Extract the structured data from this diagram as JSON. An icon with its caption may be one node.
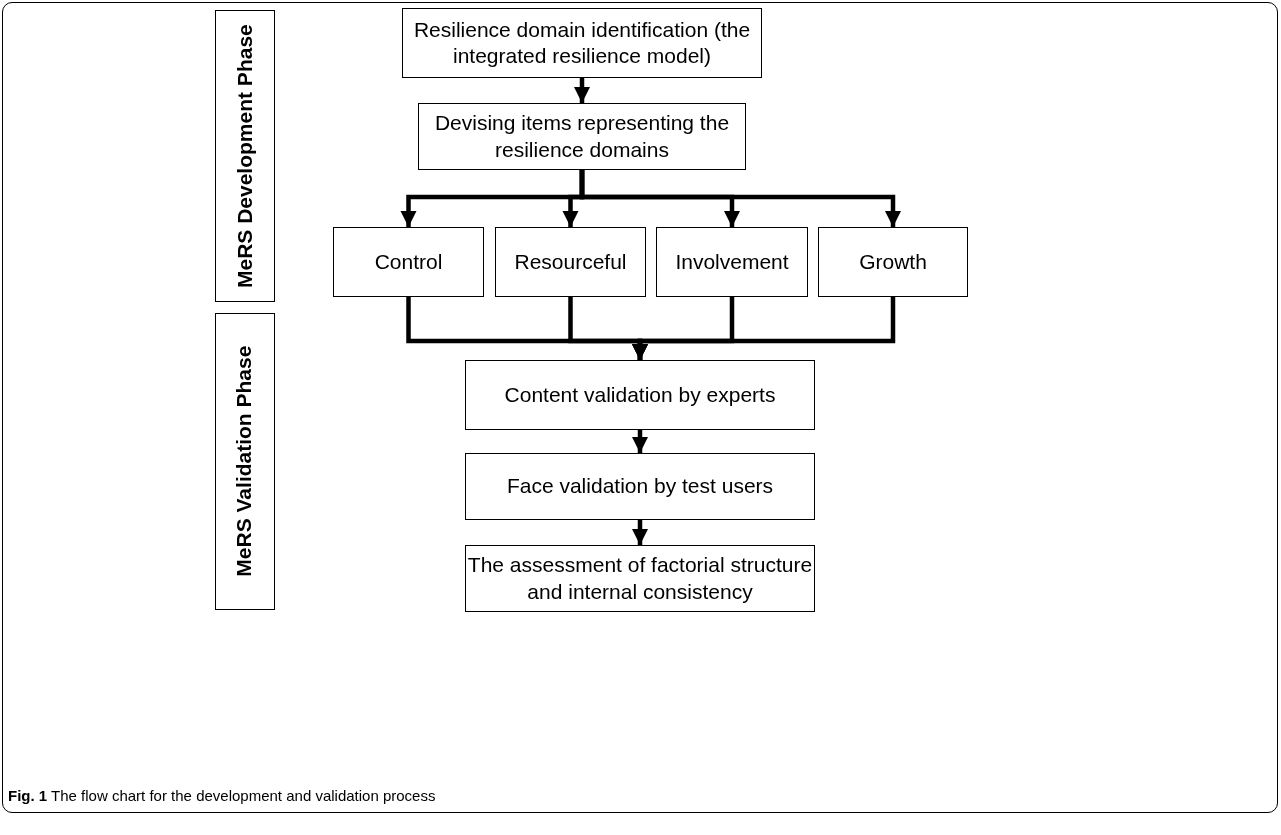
{
  "diagram": {
    "caption": "**Fig. 1** The flow chart for the development and validation process",
    "nodes": [
      {
        "text": [
          "MeRS Development Phase"
        ]
      },
      {
        "text": [
          "MeRS Validation Phase"
        ]
      },
      {
        "text": [
          "Resilience domain identification (the integrated resilience model)"
        ]
      },
      {
        "text": [
          "Devising items representing the resilience domains"
        ]
      },
      {
        "text": [
          "Control"
        ]
      },
      {
        "text": [
          "Resourceful"
        ]
      },
      {
        "text": [
          "Involvement"
        ]
      },
      {
        "text": [
          "Growth"
        ]
      },
      {
        "text": [
          "Content validation by experts"
        ]
      },
      {
        "text": [
          "Face validation by test users"
        ]
      },
      {
        "text": [
          "The assessment of factorial structure and internal consistency"
        ]
      }
    ],
    "edges": [
      {
        "from": 2,
        "to": 3,
        "arrow": "to"
      },
      {
        "from": 3,
        "to": 4,
        "arrow": "to"
      },
      {
        "from": 3,
        "to": 5,
        "arrow": "to"
      },
      {
        "from": 3,
        "to": 6,
        "arrow": "to"
      },
      {
        "from": 3,
        "to": 7,
        "arrow": "to"
      },
      {
        "from": 4,
        "to": 8,
        "arrow": "to"
      },
      {
        "from": 5,
        "to": 8,
        "arrow": "to"
      },
      {
        "from": 6,
        "to": 8,
        "arrow": "to"
      },
      {
        "from": 7,
        "to": 8,
        "arrow": "to"
      },
      {
        "from": 8,
        "to": 9,
        "arrow": "to"
      },
      {
        "from": 9,
        "to": 10,
        "arrow": "to"
      }
    ]
  }
}
